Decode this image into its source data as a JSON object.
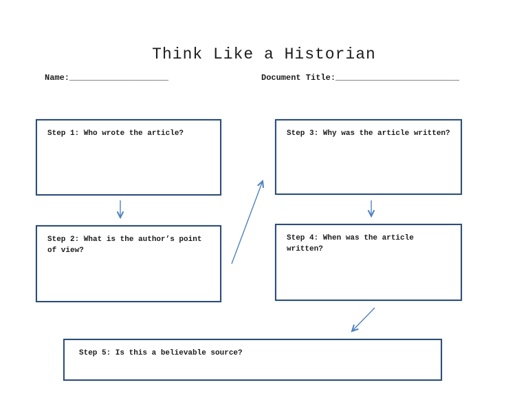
{
  "page": {
    "title": "Think Like a Historian"
  },
  "header": {
    "name_label": "Name:",
    "name_blank": "____________________",
    "doc_title_label": "Document Title:",
    "doc_title_blank": "_________________________"
  },
  "steps": [
    {
      "id": "step-1",
      "label": "Step 1: Who wrote the article?"
    },
    {
      "id": "step-2",
      "label": "Step 2: What is the author’s point of view?"
    },
    {
      "id": "step-3",
      "label": "Step 3: Why was the article written?"
    },
    {
      "id": "step-4",
      "label": "Step 4: When was the article written?"
    },
    {
      "id": "step-5",
      "label": "Step 5: Is this a believable source?"
    }
  ],
  "connections": [
    {
      "from": "step-1",
      "to": "step-2",
      "direction": "down"
    },
    {
      "from": "step-2",
      "to": "step-3",
      "direction": "diagonal-up-right"
    },
    {
      "from": "step-3",
      "to": "step-4",
      "direction": "down"
    },
    {
      "from": "step-4",
      "to": "step-5",
      "direction": "diagonal-down-left"
    }
  ],
  "colors": {
    "box_border": "#2d4d78",
    "arrow": "#4f81bd",
    "text": "#1b1b1b"
  }
}
